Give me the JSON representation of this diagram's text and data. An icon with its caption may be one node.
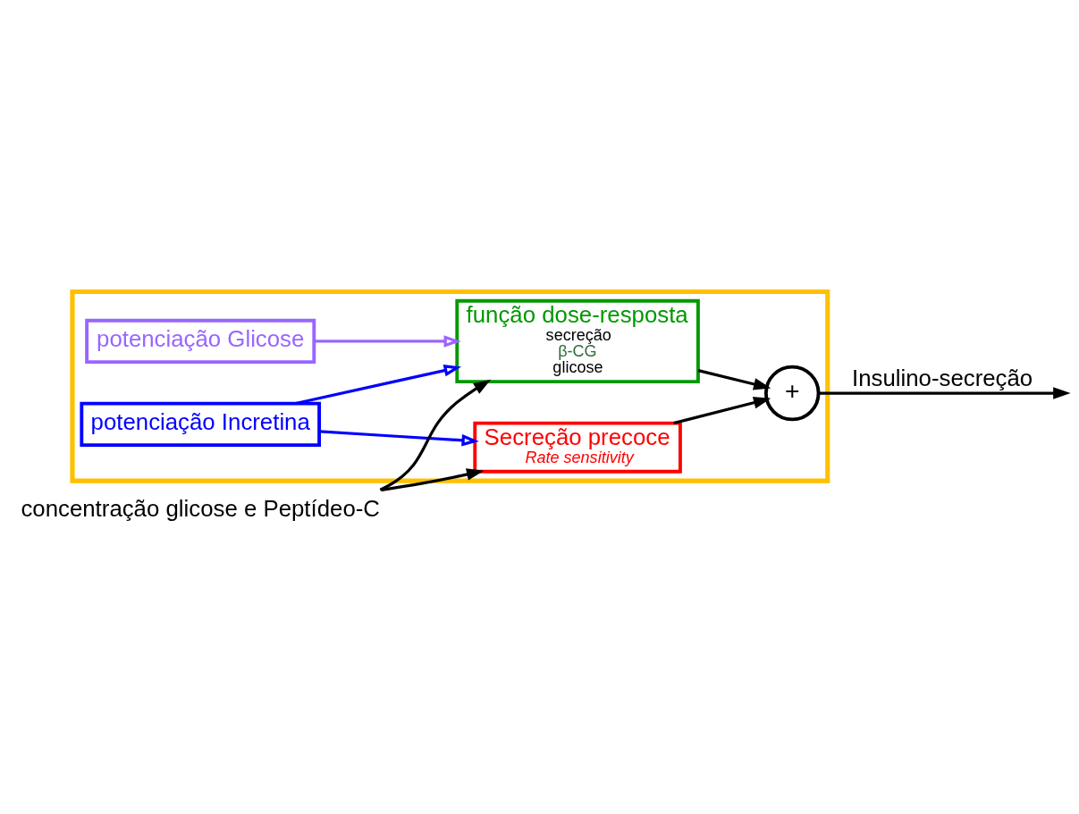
{
  "diagram": {
    "nodes": [
      {
        "text": [],
        "shape": "box"
      },
      {
        "text": [
          "concentração glicose e Peptídeo-C"
        ]
      },
      {
        "text": [
          "potenciação Glicose"
        ],
        "in": 0
      },
      {
        "text": [
          "potenciação Incretina"
        ],
        "in": 0
      },
      {
        "text": [
          "função dose-resposta",
          "secreção",
          "β-CG",
          "glicose"
        ],
        "in": 0
      },
      {
        "text": [
          "Secreção precoce",
          "Rate sensitivity"
        ],
        "in": 0
      },
      {
        "text": [
          "+"
        ],
        "in": 0
      }
    ],
    "edges": [
      {
        "from": 1,
        "to": 4,
        "arrow": "to"
      },
      {
        "from": 1,
        "to": 5,
        "arrow": "to"
      },
      {
        "from": 2,
        "to": 4,
        "arrow": "to",
        "color": "#9966ff"
      },
      {
        "from": 3,
        "to": 4,
        "arrow": "to",
        "color": "#0000ff"
      },
      {
        "from": 3,
        "to": 5,
        "arrow": "to",
        "color": "#0000ff"
      },
      {
        "from": 4,
        "to": 6,
        "arrow": "to"
      },
      {
        "from": 5,
        "to": 6,
        "arrow": "to"
      },
      {
        "from": 6,
        "to": null,
        "arrow": "to",
        "label": "Insulino-secreção"
      }
    ]
  }
}
